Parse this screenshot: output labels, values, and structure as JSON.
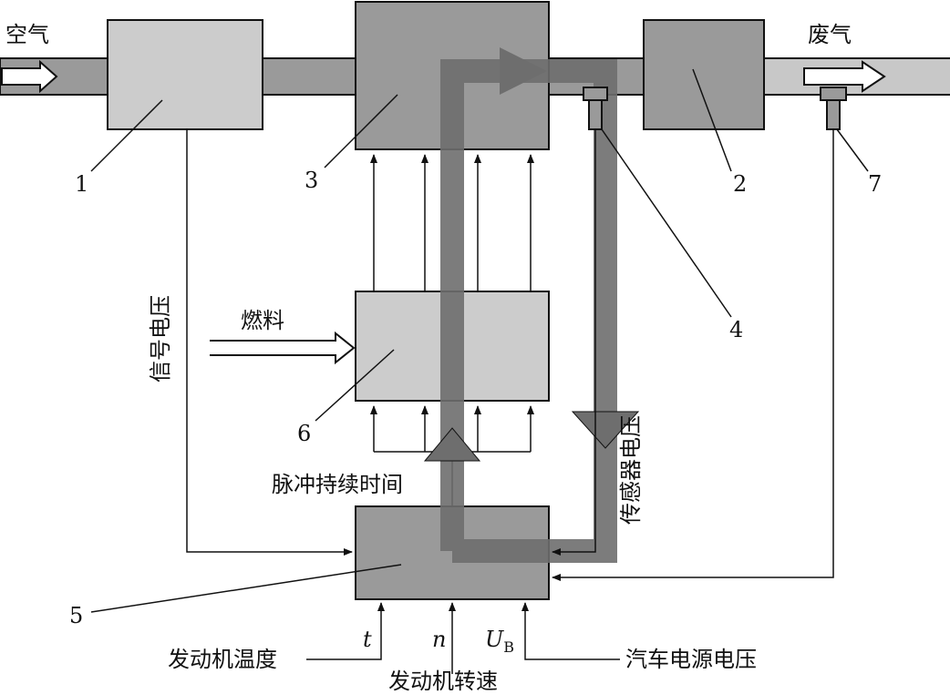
{
  "labels": {
    "air": "空气",
    "exhaust": "废气",
    "fuel": "燃料",
    "signal_voltage": "信号电压",
    "sensor_voltage": "传感器电压",
    "pulse_duration": "脉冲持续时间",
    "engine_temp": "发动机温度",
    "engine_speed": "发动机转速",
    "battery_voltage": "汽车电源电压",
    "t_symbol": "t",
    "n_symbol": "n",
    "ub_symbol": "U",
    "ub_subscript": "B"
  },
  "components": [
    {
      "id": "1"
    },
    {
      "id": "2"
    },
    {
      "id": "3"
    },
    {
      "id": "4"
    },
    {
      "id": "5"
    },
    {
      "id": "6"
    },
    {
      "id": "7"
    }
  ],
  "colors": {
    "pipe": "#9a9a9a",
    "pipe_exhaust": "#c8c8c8",
    "box_light": "#cccccc",
    "box_dark": "#9a9a9a",
    "flow_band": "#6e6e6e",
    "line": "#111111"
  }
}
